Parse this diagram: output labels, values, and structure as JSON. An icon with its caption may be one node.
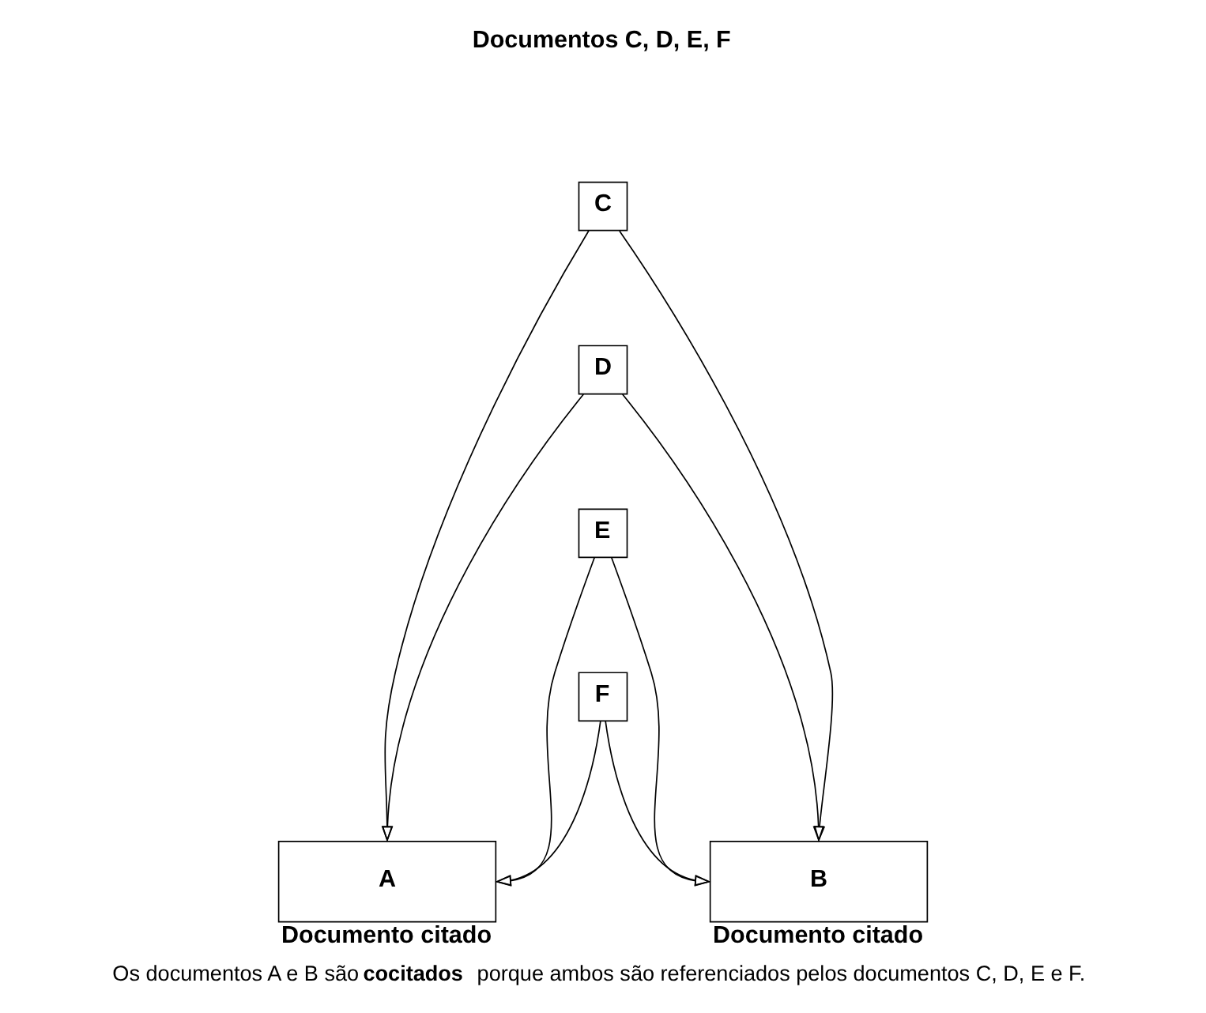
{
  "diagram": {
    "caption": "Os documentos A e B são **cocitados** porque ambos são referenciados pelos documentos C, D, E e F.",
    "nodes": [
      {
        "text": [
          "C"
        ]
      },
      {
        "text": [
          "D"
        ]
      },
      {
        "text": [
          "E"
        ]
      },
      {
        "text": [
          "F"
        ]
      },
      {
        "text": [
          "A"
        ],
        "beside": [
          "Documento citado"
        ]
      },
      {
        "text": [
          "B"
        ],
        "beside": [
          "Documento citado"
        ]
      }
    ],
    "edges": [
      {
        "from": 0,
        "to": 4,
        "arrow": "to"
      },
      {
        "from": 0,
        "to": 5,
        "arrow": "to"
      },
      {
        "from": 1,
        "to": 4,
        "arrow": "to"
      },
      {
        "from": 1,
        "to": 5,
        "arrow": "to"
      },
      {
        "from": 2,
        "to": 4,
        "arrow": "to"
      },
      {
        "from": 2,
        "to": 5,
        "arrow": "to"
      },
      {
        "from": 3,
        "to": 4,
        "arrow": "to"
      },
      {
        "from": 3,
        "to": 5,
        "arrow": "to"
      }
    ],
    "labels": [
      "Documentos C, D, E, F"
    ]
  }
}
